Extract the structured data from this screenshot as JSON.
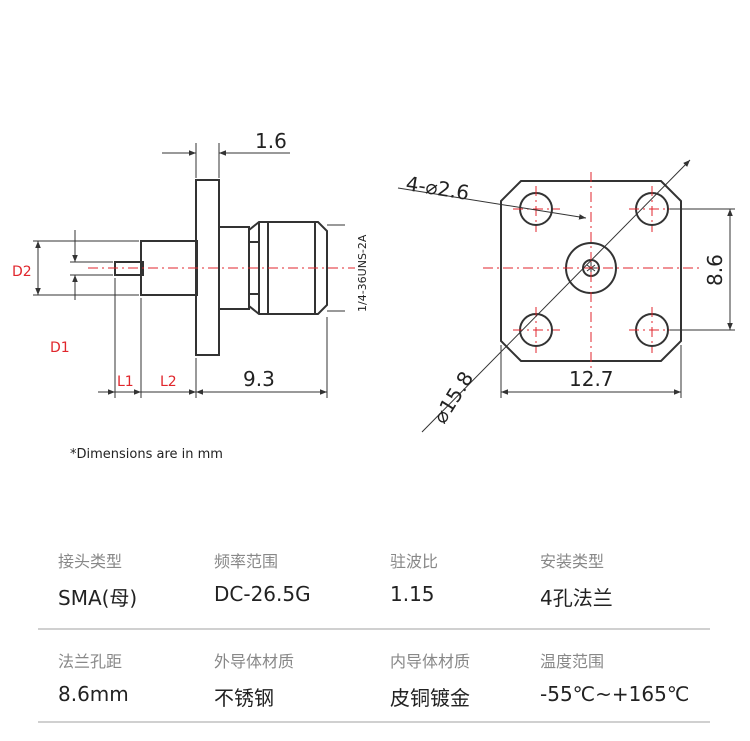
{
  "drawing": {
    "dim_flange_thickness": "1.6",
    "dim_body_length": "9.3",
    "label_d2": "D2",
    "label_d1": "D1",
    "label_l1": "L1",
    "label_l2": "L2",
    "thread_spec": "1/4-36UNS-2A",
    "hole_callout": "4-⌀2.6",
    "dim_hole_spacing_h": "12.7",
    "dim_hole_spacing_v": "8.6",
    "dim_diagonal": "⌀15.8"
  },
  "note": "*Dimensions are in mm",
  "specs": [
    {
      "label": "接头类型",
      "value": "SMA(母)"
    },
    {
      "label": "频率范围",
      "value": "DC-26.5G"
    },
    {
      "label": "驻波比",
      "value": "1.15"
    },
    {
      "label": "安装类型",
      "value": "4孔法兰"
    },
    {
      "label": "法兰孔距",
      "value": "8.6mm"
    },
    {
      "label": "外导体材质",
      "value": "不锈钢"
    },
    {
      "label": "内导体材质",
      "value": "皮铜镀金"
    },
    {
      "label": "温度范围",
      "value": "-55℃~+165℃"
    }
  ],
  "colors": {
    "line": "#333333",
    "center_line": "#e0262c",
    "red_label": "#e0262c",
    "divider": "#d0d0d0"
  }
}
